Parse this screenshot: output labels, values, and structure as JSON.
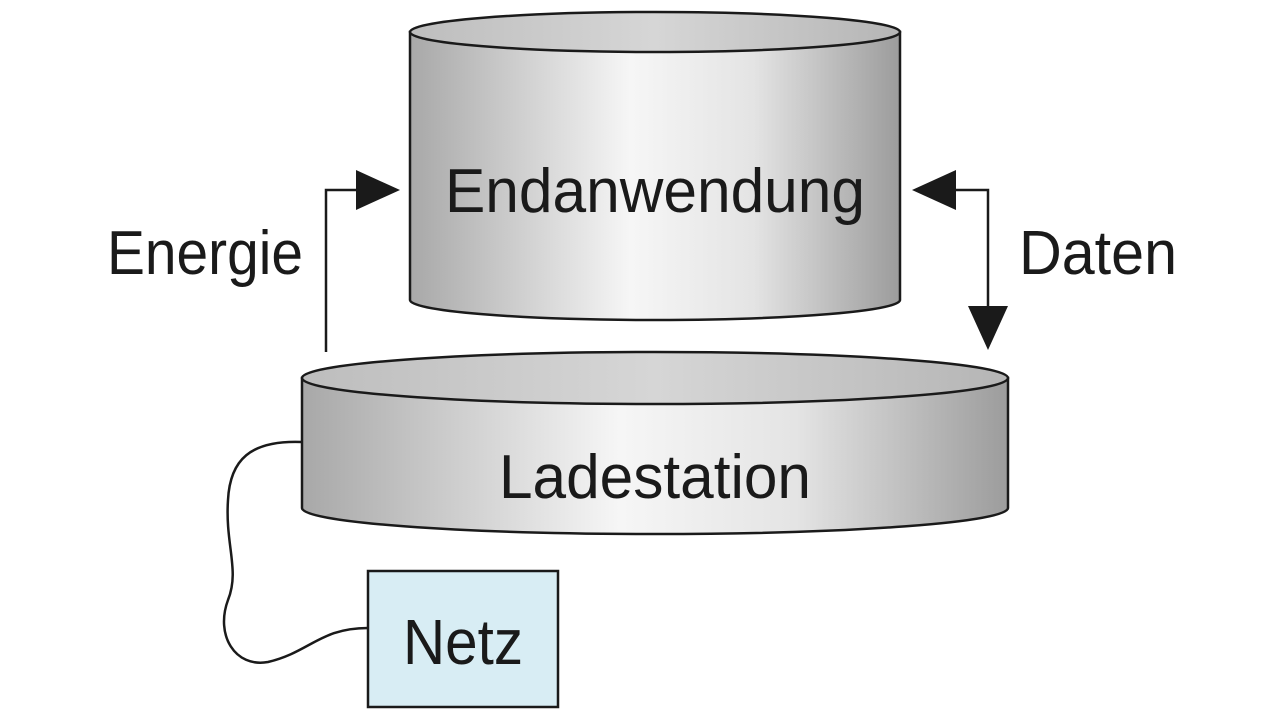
{
  "nodes": {
    "endanwendung": {
      "label": "Endanwendung"
    },
    "ladestation": {
      "label": "Ladestation"
    },
    "netz": {
      "label": "Netz"
    }
  },
  "edges": {
    "energie": {
      "label": "Energie"
    },
    "daten": {
      "label": "Daten"
    }
  },
  "colors": {
    "stroke": "#1a1a1a",
    "cylinder_light": "#f4f4f4",
    "cylinder_mid": "#d6d6d6",
    "cylinder_dark": "#9a9a9a",
    "cylinder_top": "#c8c8c8",
    "netz_fill": "#d8edf4"
  }
}
